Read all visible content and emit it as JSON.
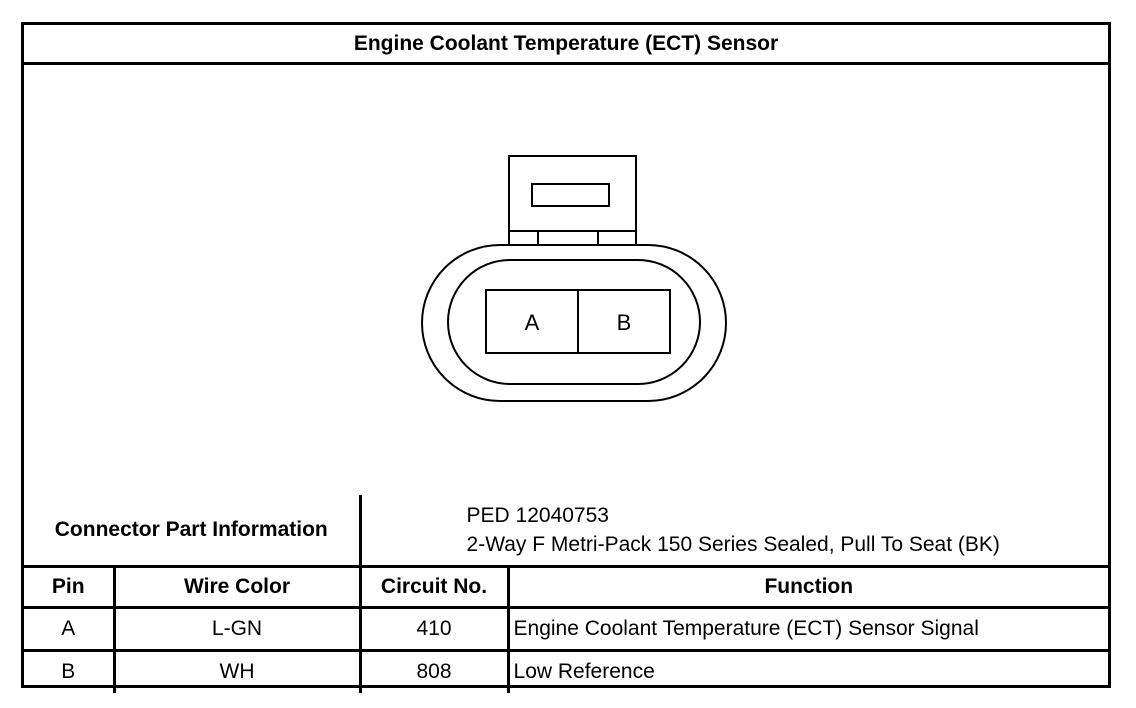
{
  "title": "Engine Coolant Temperature (ECT) Sensor",
  "connector": {
    "pins": [
      "A",
      "B"
    ]
  },
  "part_info": {
    "label": "Connector Part Information",
    "lines": [
      "PED 12040753",
      "2-Way F Metri-Pack 150 Series Sealed, Pull To Seat (BK)"
    ]
  },
  "table": {
    "headers": {
      "pin": "Pin",
      "wire_color": "Wire Color",
      "circuit": "Circuit No.",
      "function": "Function"
    },
    "rows": [
      {
        "pin": "A",
        "wire_color": "L-GN",
        "circuit": "410",
        "function": "Engine Coolant Temperature (ECT) Sensor Signal"
      },
      {
        "pin": "B",
        "wire_color": "WH",
        "circuit": "808",
        "function": "Low Reference"
      }
    ]
  }
}
